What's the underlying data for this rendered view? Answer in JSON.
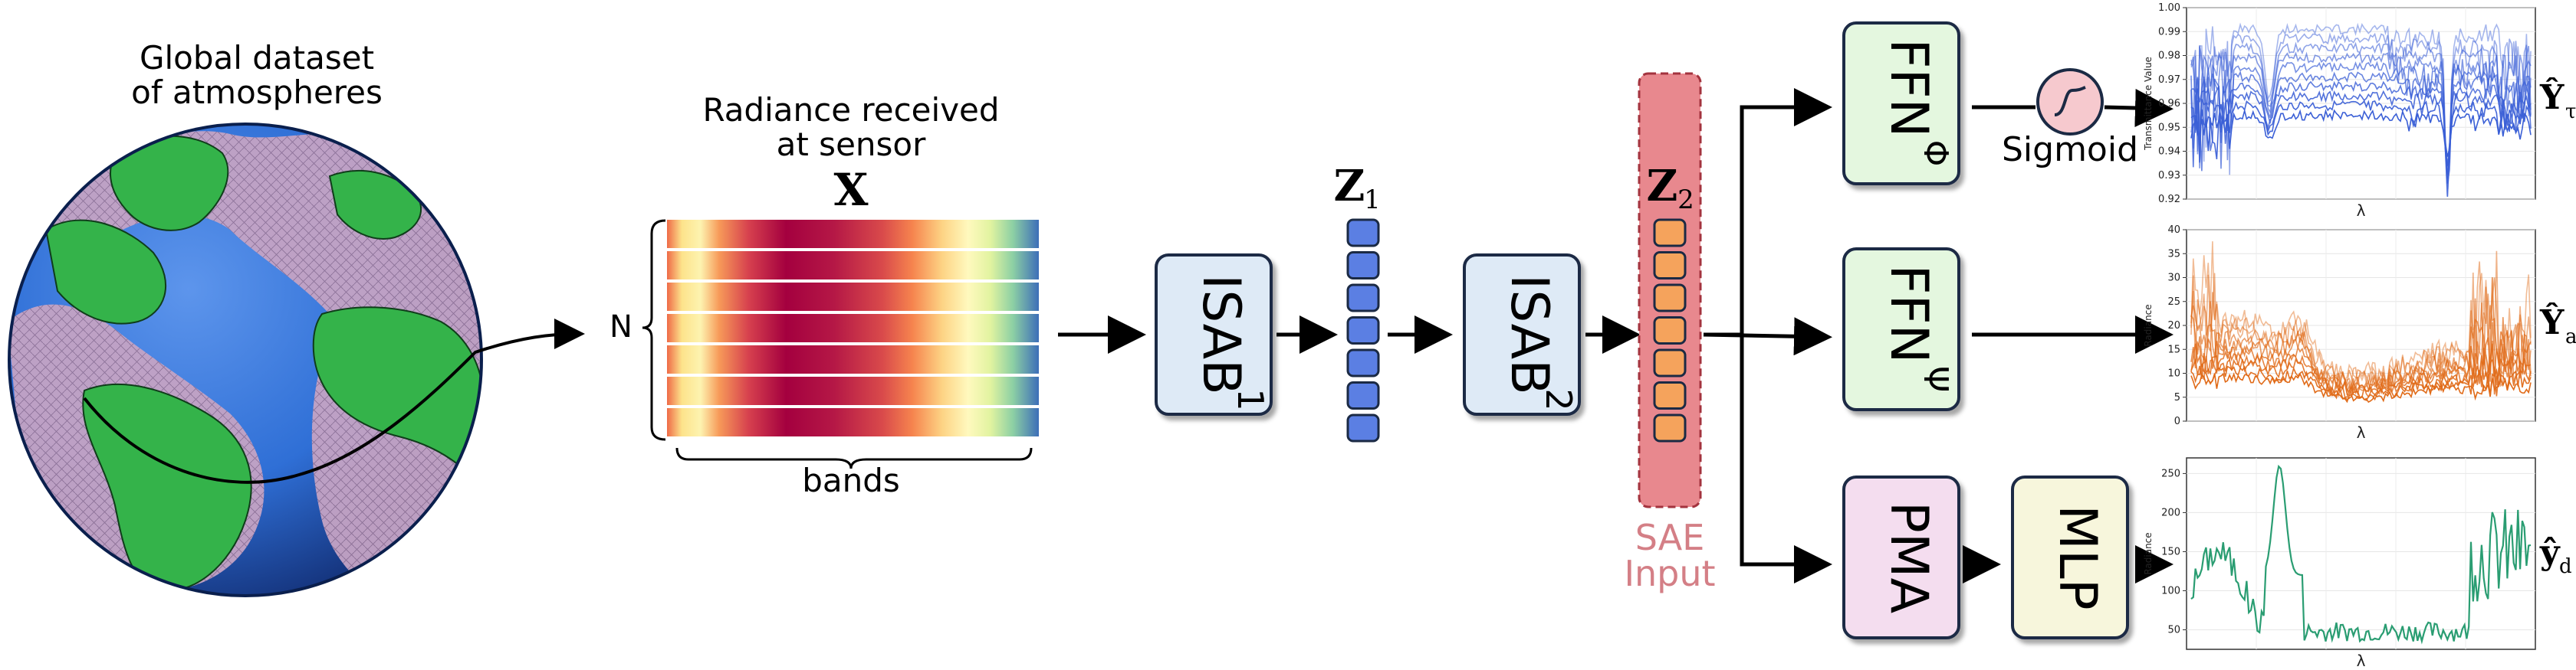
{
  "globe": {
    "title_line1": "Global dataset",
    "title_line2": "of atmospheres",
    "colors": {
      "ocean": "#2f6fd6",
      "land": "#34b34a",
      "cloud": "#c4a3c4"
    }
  },
  "radiance": {
    "title_line1": "Radiance received",
    "title_line2": "at sensor",
    "symbol": "X",
    "rows_label": "N",
    "columns_label": "bands",
    "row_count": 7
  },
  "latents": {
    "z1": {
      "symbol": "Z",
      "sub": "1",
      "tokens": 7,
      "color": "#5b7fe3"
    },
    "z2": {
      "symbol": "Z",
      "sub": "2",
      "tokens": 7,
      "color": "#f5a35c"
    }
  },
  "blocks": {
    "isab1": {
      "label": "ISAB",
      "sub": "1"
    },
    "isab2": {
      "label": "ISAB",
      "sub": "2"
    },
    "ffn_phi": {
      "label": "FFN",
      "sub": "Φ"
    },
    "ffn_psi": {
      "label": "FFN",
      "sub": "Ψ"
    },
    "pma": {
      "label": "PMA"
    },
    "mlp": {
      "label": "MLP"
    },
    "sigmoid": {
      "label": "Sigmoid"
    }
  },
  "sae": {
    "line1": "SAE",
    "line2": "Input",
    "color": "#d47f86"
  },
  "outputs": {
    "tau": {
      "symbol": "Ŷ",
      "sub": "τ"
    },
    "a": {
      "symbol": "Ŷ",
      "sub": "a"
    },
    "d": {
      "symbol": "ŷ",
      "sub": "d"
    }
  },
  "chart_data": [
    {
      "type": "line",
      "name": "transmittance",
      "ylabel": "Transmittance Value",
      "xlabel": "λ",
      "ylim": [
        0.92,
        1.0
      ],
      "yticks": [
        "0.92",
        "0.93",
        "0.94",
        "0.95",
        "0.96",
        "0.97",
        "0.98",
        "0.99",
        "1.00"
      ],
      "color": "#3a5fd6",
      "series_count": 10,
      "grid": true
    },
    {
      "type": "line",
      "name": "radiance_a",
      "ylabel": "Radiance",
      "xlabel": "λ",
      "ylim": [
        0,
        40
      ],
      "yticks": [
        "0",
        "5",
        "10",
        "15",
        "20",
        "25",
        "30",
        "35",
        "40"
      ],
      "color": "#e06a17",
      "series_count": 10,
      "grid": true
    },
    {
      "type": "line",
      "name": "radiance_d",
      "ylabel": "Radiance",
      "xlabel": "λ",
      "ylim": [
        25,
        270
      ],
      "yticks": [
        "50",
        "100",
        "150",
        "200",
        "250"
      ],
      "color": "#2a9d72",
      "series_count": 1,
      "grid": true
    }
  ]
}
